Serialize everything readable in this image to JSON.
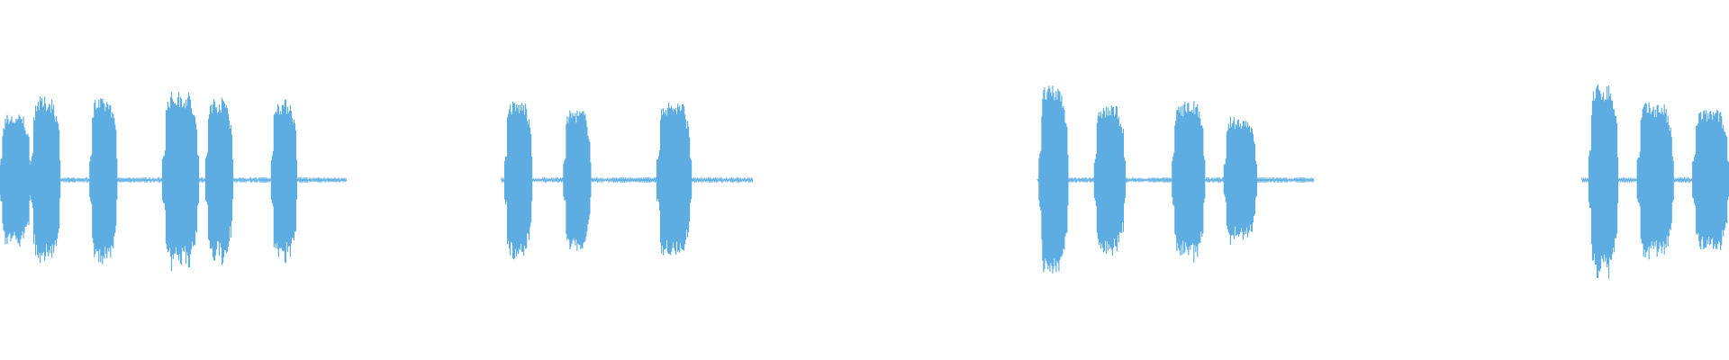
{
  "waveform": {
    "color": "#5dade2",
    "baseline_color": "#5dade2",
    "segments": [
      {
        "start": 0.0,
        "end": 0.018,
        "peak": 0.78
      },
      {
        "start": 0.018,
        "end": 0.035,
        "peak": 0.99
      },
      {
        "start": 0.052,
        "end": 0.068,
        "peak": 0.97
      },
      {
        "start": 0.094,
        "end": 0.115,
        "peak": 1.05
      },
      {
        "start": 0.119,
        "end": 0.135,
        "peak": 0.98
      },
      {
        "start": 0.157,
        "end": 0.172,
        "peak": 0.96
      },
      {
        "start": 0.292,
        "end": 0.308,
        "peak": 0.94
      },
      {
        "start": 0.326,
        "end": 0.342,
        "peak": 0.84
      },
      {
        "start": 0.38,
        "end": 0.4,
        "peak": 0.94
      },
      {
        "start": 0.601,
        "end": 0.618,
        "peak": 1.12
      },
      {
        "start": 0.633,
        "end": 0.651,
        "peak": 0.89
      },
      {
        "start": 0.678,
        "end": 0.697,
        "peak": 0.94
      },
      {
        "start": 0.708,
        "end": 0.727,
        "peak": 0.75
      },
      {
        "start": 0.919,
        "end": 0.936,
        "peak": 1.14
      },
      {
        "start": 0.947,
        "end": 0.968,
        "peak": 0.92
      },
      {
        "start": 0.979,
        "end": 1.0,
        "peak": 0.84
      }
    ],
    "baseline_ranges": [
      {
        "start": 0.0,
        "end": 0.2
      },
      {
        "start": 0.29,
        "end": 0.435
      },
      {
        "start": 0.6,
        "end": 0.76
      },
      {
        "start": 0.915,
        "end": 1.0
      }
    ]
  }
}
